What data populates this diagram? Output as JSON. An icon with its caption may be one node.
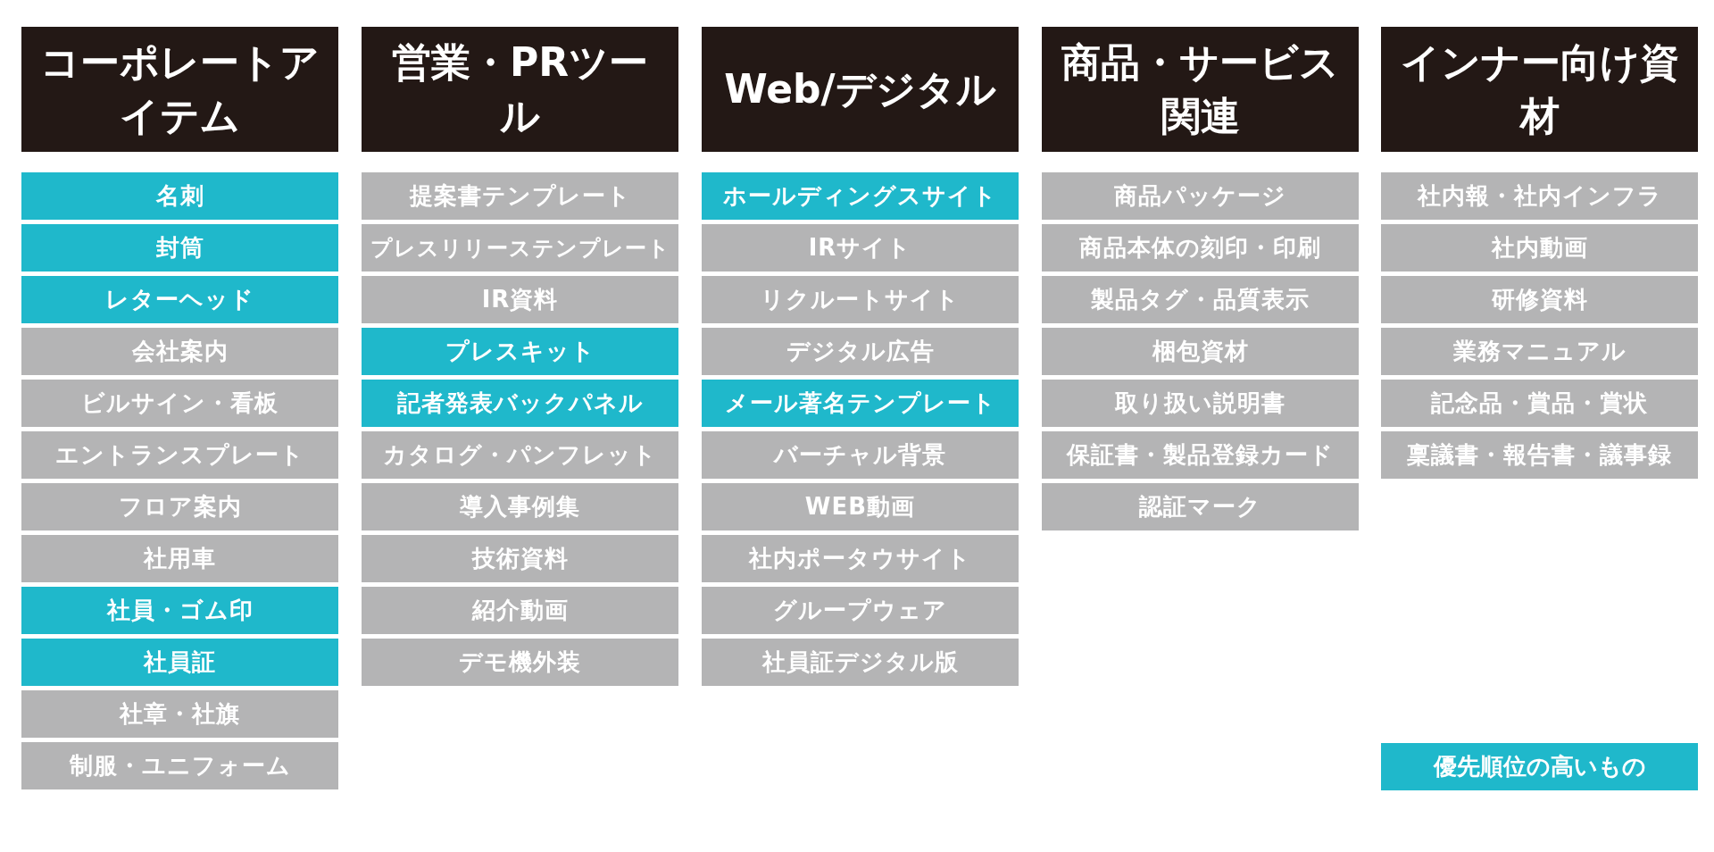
{
  "diagram": {
    "nodes": [
      {
        "text": [
          "コーポレートアイテム"
        ]
      },
      {
        "text": [
          "名刺"
        ]
      },
      {
        "text": [
          "封筒"
        ]
      },
      {
        "text": [
          "レターヘッド"
        ]
      },
      {
        "text": [
          "会社案内"
        ]
      },
      {
        "text": [
          "ビルサイン・看板"
        ]
      },
      {
        "text": [
          "エントランスプレート"
        ]
      },
      {
        "text": [
          "フロア案内"
        ]
      },
      {
        "text": [
          "社用車"
        ]
      },
      {
        "text": [
          "社員・ゴム印"
        ]
      },
      {
        "text": [
          "社員証"
        ]
      },
      {
        "text": [
          "社章・社旗"
        ]
      },
      {
        "text": [
          "制服・ユニフォーム"
        ]
      },
      {
        "text": [
          "営業・PRツール"
        ]
      },
      {
        "text": [
          "提案書テンプレート"
        ]
      },
      {
        "text": [
          "プレスリリーステンプレート"
        ]
      },
      {
        "text": [
          "IR資料"
        ]
      },
      {
        "text": [
          "プレスキット"
        ]
      },
      {
        "text": [
          "記者発表バックパネル"
        ]
      },
      {
        "text": [
          "カタログ・パンフレット"
        ]
      },
      {
        "text": [
          "導入事例集"
        ]
      },
      {
        "text": [
          "技術資料"
        ]
      },
      {
        "text": [
          "紹介動画"
        ]
      },
      {
        "text": [
          "デモ機外装"
        ]
      },
      {
        "text": [
          "Web/デジタル"
        ]
      },
      {
        "text": [
          "ホールディングスサイト"
        ]
      },
      {
        "text": [
          "IRサイト"
        ]
      },
      {
        "text": [
          "リクルートサイト"
        ]
      },
      {
        "text": [
          "デジタル広告"
        ]
      },
      {
        "text": [
          "メール著名テンプレート"
        ]
      },
      {
        "text": [
          "バーチャル背景"
        ]
      },
      {
        "text": [
          "WEB動画"
        ]
      },
      {
        "text": [
          "社内ポータウサイト"
        ]
      },
      {
        "text": [
          "グループウェア"
        ]
      },
      {
        "text": [
          "社員証デジタル版"
        ]
      },
      {
        "text": [
          "商品・サービス関連"
        ]
      },
      {
        "text": [
          "商品パッケージ"
        ]
      },
      {
        "text": [
          "商品本体の刻印・印刷"
        ]
      },
      {
        "text": [
          "製品タグ・品質表示"
        ]
      },
      {
        "text": [
          "梱包資材"
        ]
      },
      {
        "text": [
          "取り扱い説明書"
        ]
      },
      {
        "text": [
          "保証書・製品登録カード"
        ]
      },
      {
        "text": [
          "認証マーク"
        ]
      },
      {
        "text": [
          "インナー向け資材"
        ]
      },
      {
        "text": [
          "社内報・社内インフラ"
        ]
      },
      {
        "text": [
          "社内動画"
        ]
      },
      {
        "text": [
          "研修資料"
        ]
      },
      {
        "text": [
          "業務マニュアル"
        ]
      },
      {
        "text": [
          "記念品・賞品・賞状"
        ]
      },
      {
        "text": [
          "稟議書・報告書・議事録"
        ]
      }
    ],
    "legend": [
      {
        "text": "優先順位の高いもの",
        "color": "#1fb8cb"
      }
    ]
  }
}
